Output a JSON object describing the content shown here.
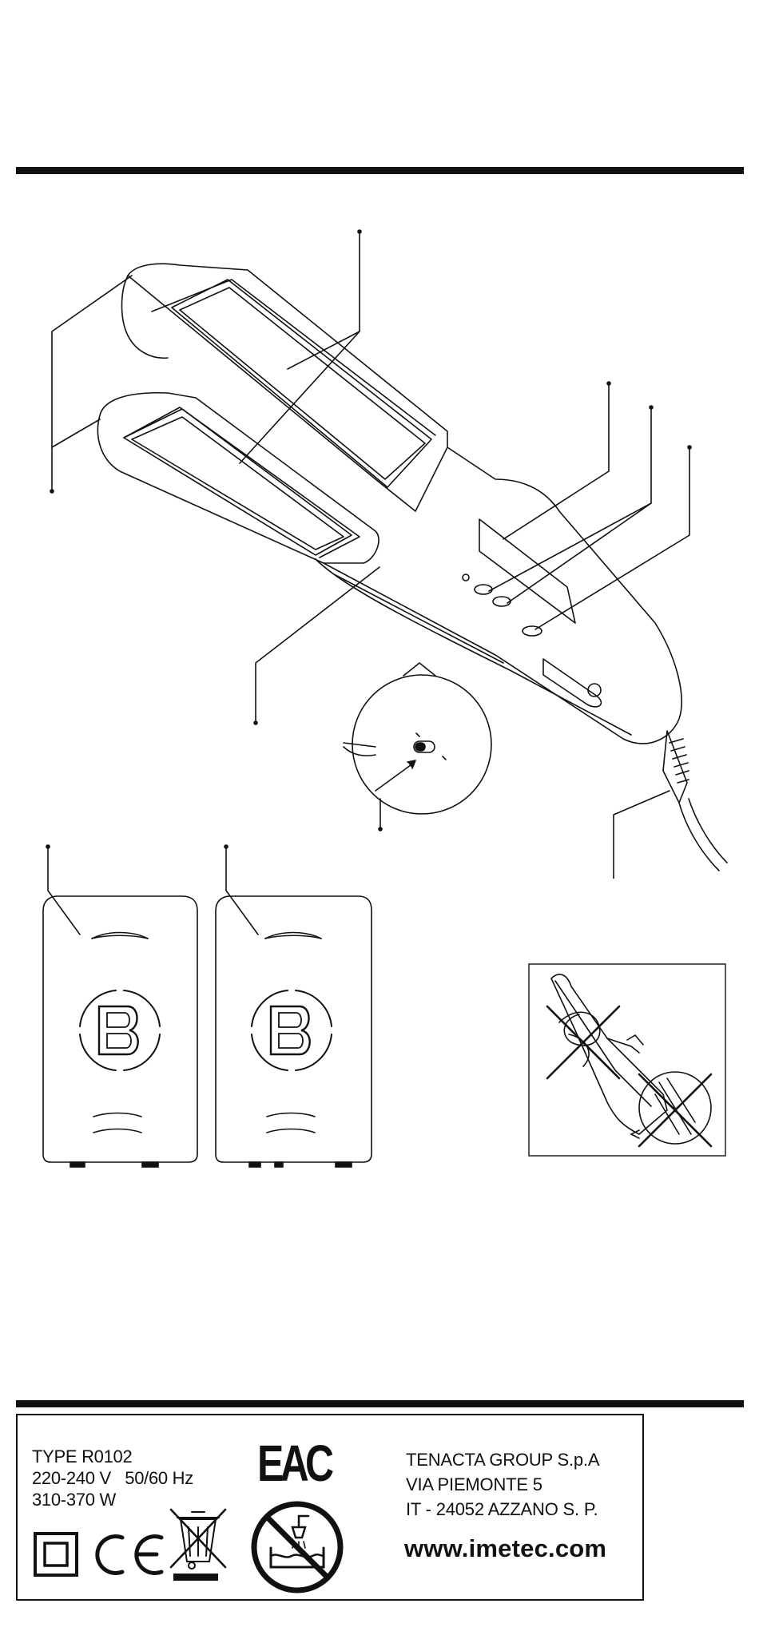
{
  "rating_plate": {
    "type_line": "TYPE R0102",
    "voltage_line": "220-240 V   50/60 Hz",
    "power_line": "310-370 W",
    "company": "TENACTA GROUP S.p.A",
    "street": "VIA PIEMONTE 5",
    "city": "IT - 24052 AZZANO S. P.",
    "website": "www.imetec.com",
    "eac_mark": "EAC"
  },
  "icons": [
    "class-ii-double-insulation-icon",
    "ce-mark-icon",
    "weee-crossed-bin-icon",
    "eac-mark-icon",
    "no-water-immersion-icon",
    "brand-b-logo-icon",
    "crossed-out-icon"
  ],
  "colors": {
    "ink": "#111111",
    "paper": "#ffffff"
  }
}
